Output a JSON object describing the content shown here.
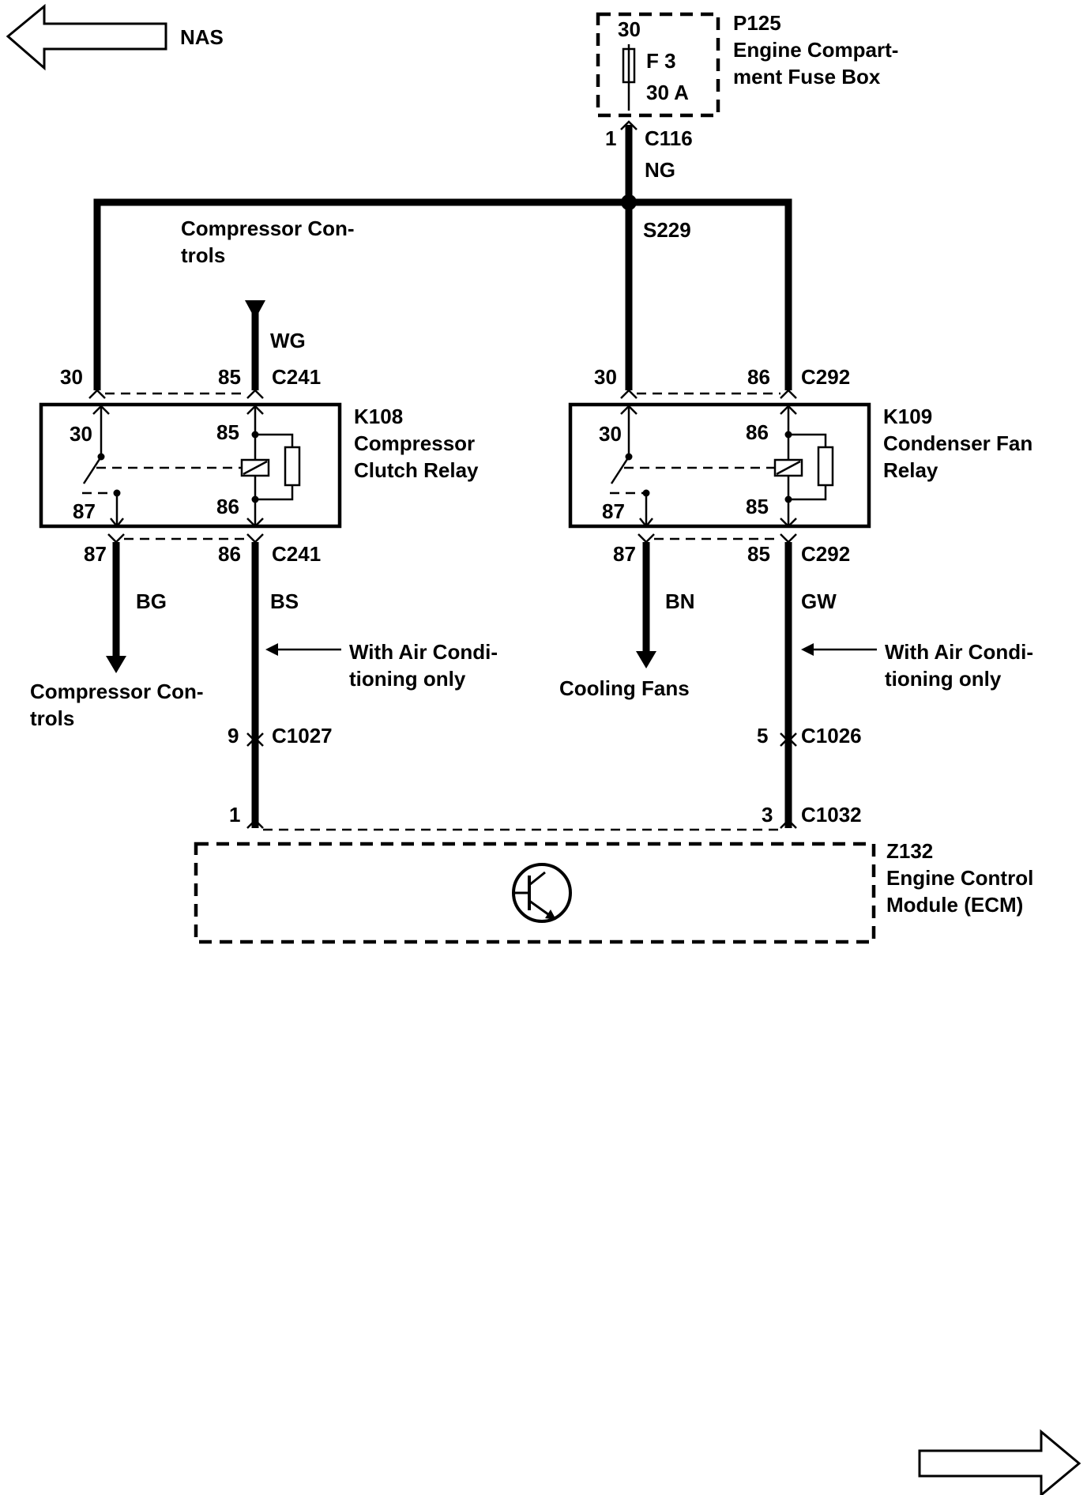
{
  "nav": {
    "back_label": "NAS"
  },
  "fuse_box": {
    "id": "P125",
    "name_line1": "Engine Compart-",
    "name_line2": "ment Fuse Box",
    "pin": "30",
    "fuse": "F 3",
    "rating": "30 A"
  },
  "c116": {
    "pin": "1",
    "id": "C116",
    "wire_color": "NG"
  },
  "splice": {
    "id": "S229"
  },
  "top_ref": {
    "line1": "Compressor Con-",
    "line2": "trols",
    "wire_color": "WG"
  },
  "k108": {
    "id": "K108",
    "name_line1": "Compressor",
    "name_line2": "Clutch Relay",
    "conn_top": "C241",
    "conn_bottom": "C241",
    "pins": {
      "top_left": "30",
      "top_right": "85",
      "in_30": "30",
      "in_85": "85",
      "in_87": "87",
      "in_86": "86",
      "bot_left": "87",
      "bot_right": "86"
    }
  },
  "k109": {
    "id": "K109",
    "name_line1": "Condenser Fan",
    "name_line2": "Relay",
    "conn_top": "C292",
    "conn_bottom": "C292",
    "pins": {
      "top_left": "30",
      "top_right": "86",
      "in_30": "30",
      "in_86": "86",
      "in_87": "87",
      "in_85": "85",
      "bot_left": "87",
      "bot_right": "85"
    }
  },
  "left_branch": {
    "out_wire_color": "BG",
    "out_ref_line1": "Compressor Con-",
    "out_ref_line2": "trols",
    "ctrl_wire_color": "BS",
    "note_line1": "With Air Condi-",
    "note_line2": "tioning only",
    "inline_pin": "9",
    "inline_conn": "C1027",
    "ecm_pin": "1"
  },
  "right_branch": {
    "out_wire_color": "BN",
    "out_ref": "Cooling Fans",
    "ctrl_wire_color": "GW",
    "note_line1": "With Air Condi-",
    "note_line2": "tioning only",
    "inline_pin": "5",
    "inline_conn": "C1026",
    "ecm_pin": "3",
    "ecm_conn": "C1032"
  },
  "ecm": {
    "id": "Z132",
    "name_line1": "Engine Control",
    "name_line2": "Module (ECM)"
  }
}
